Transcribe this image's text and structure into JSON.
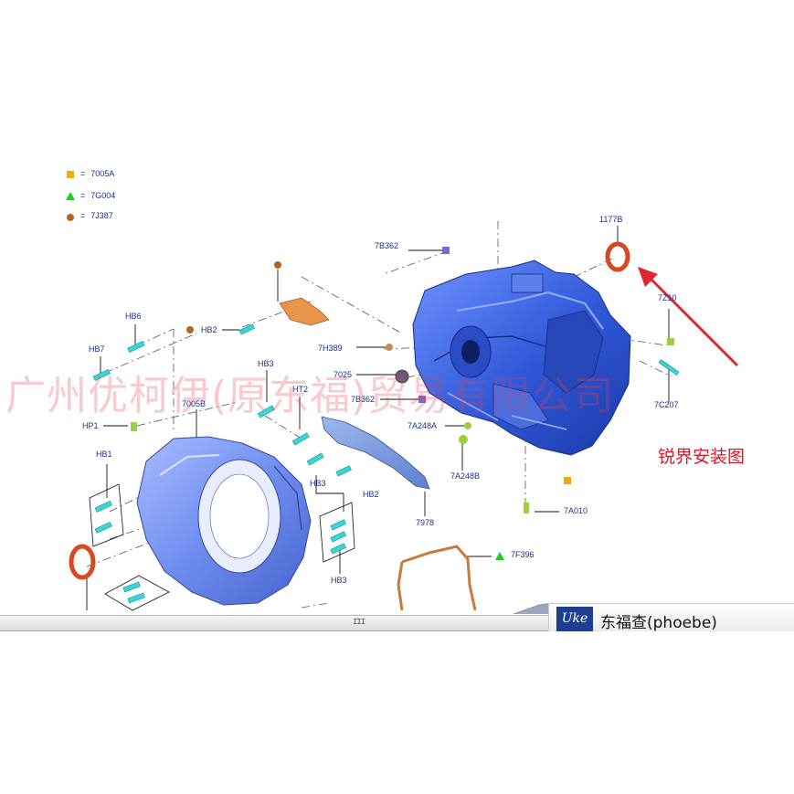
{
  "legend": [
    {
      "shape": "square",
      "color": "#f2a900",
      "eq": "=",
      "code": "7005A"
    },
    {
      "shape": "triangle",
      "color": "#22cc22",
      "eq": "=",
      "code": "7G004"
    },
    {
      "shape": "circle",
      "color": "#b5651d",
      "eq": "=",
      "code": "7J387"
    }
  ],
  "labels": {
    "l1177B": "1177B",
    "l7B362a": "7B362",
    "l7H389": "7H389",
    "l7025": "7025",
    "l7B362b": "7B362",
    "l7A248A": "7A248A",
    "l7A248B": "7A248B",
    "l7A010": "7A010",
    "l7F396": "7F396",
    "l7C207": "7C207",
    "l7Z10": "7Z10",
    "lHB6": "HB6",
    "lHB7": "HB7",
    "lHB2a": "HB2",
    "lHB3a": "HB3",
    "lHT2": "HT2",
    "l7005B": "7005B",
    "lHP1": "HP1",
    "lHB1": "HB1",
    "lHB3b": "HB3",
    "lHB2b": "HB2",
    "l7978": "7978",
    "lHB3c": "HB3"
  },
  "watermark": "广州优柯伊(原东福)贸易有限公司",
  "caption": "锐界安装图",
  "scrollbar": {
    "grip": "III"
  },
  "brand": {
    "logo": "Uke",
    "name": "东福查(phoebe)"
  },
  "colors": {
    "housing": "#3b63e0",
    "accent_red": "#d21a2a",
    "label_blue": "#1a2f8a",
    "seal": "#d9481f"
  }
}
